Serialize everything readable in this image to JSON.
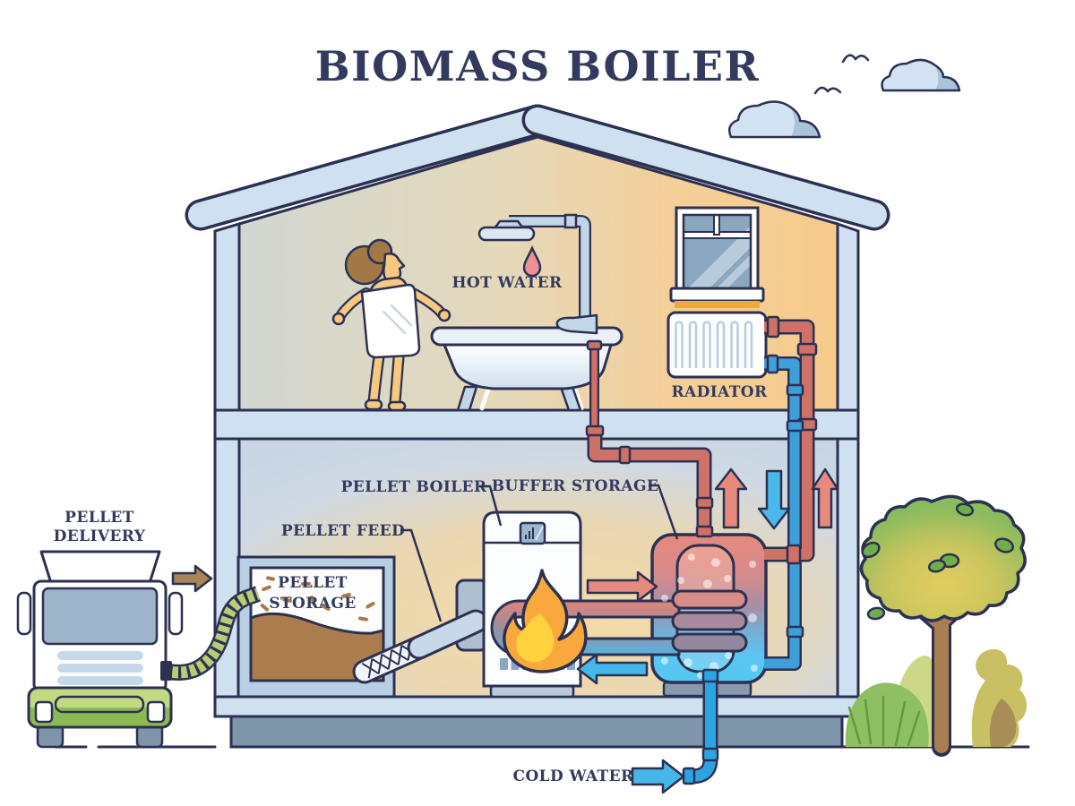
{
  "title": "BIOMASS BOILER",
  "labels": {
    "hot_water": "HOT WATER",
    "radiator": "RADIATOR",
    "pellet_boiler": "PELLET BOILER",
    "buffer_storage": "BUFFER STORAGE",
    "pellet_feed": "PELLET FEED",
    "pellet_storage": [
      "PELLET",
      "STORAGE"
    ],
    "pellet_delivery": [
      "PELLET",
      "DELIVERY"
    ],
    "cold_water": "COLD WATER"
  },
  "colors": {
    "outline": "#2c3152",
    "text": "#333a5e",
    "roof_wall": "#cfe1f1",
    "foundation": "#7e95aa",
    "hot_pipe": "#ce7166",
    "return_pipe": "#3f9fd8",
    "cold_pipe": "#2ba4e4",
    "hot_arrow": "#e8897d",
    "cold_arrow": "#47b7ea",
    "pellet_arrow": "#a98457",
    "flame_outer": "#f9a83c",
    "flame_inner": "#ffd23e",
    "pellets": "#ab7c4c",
    "hose_green": "#b9cc76",
    "truck_bumper": "#8cba52",
    "tank_top": "#e5897e",
    "tank_bottom": "#55c7f4",
    "tree_green": "#8abb5e",
    "tree_yellow": "#e2cd5f"
  }
}
